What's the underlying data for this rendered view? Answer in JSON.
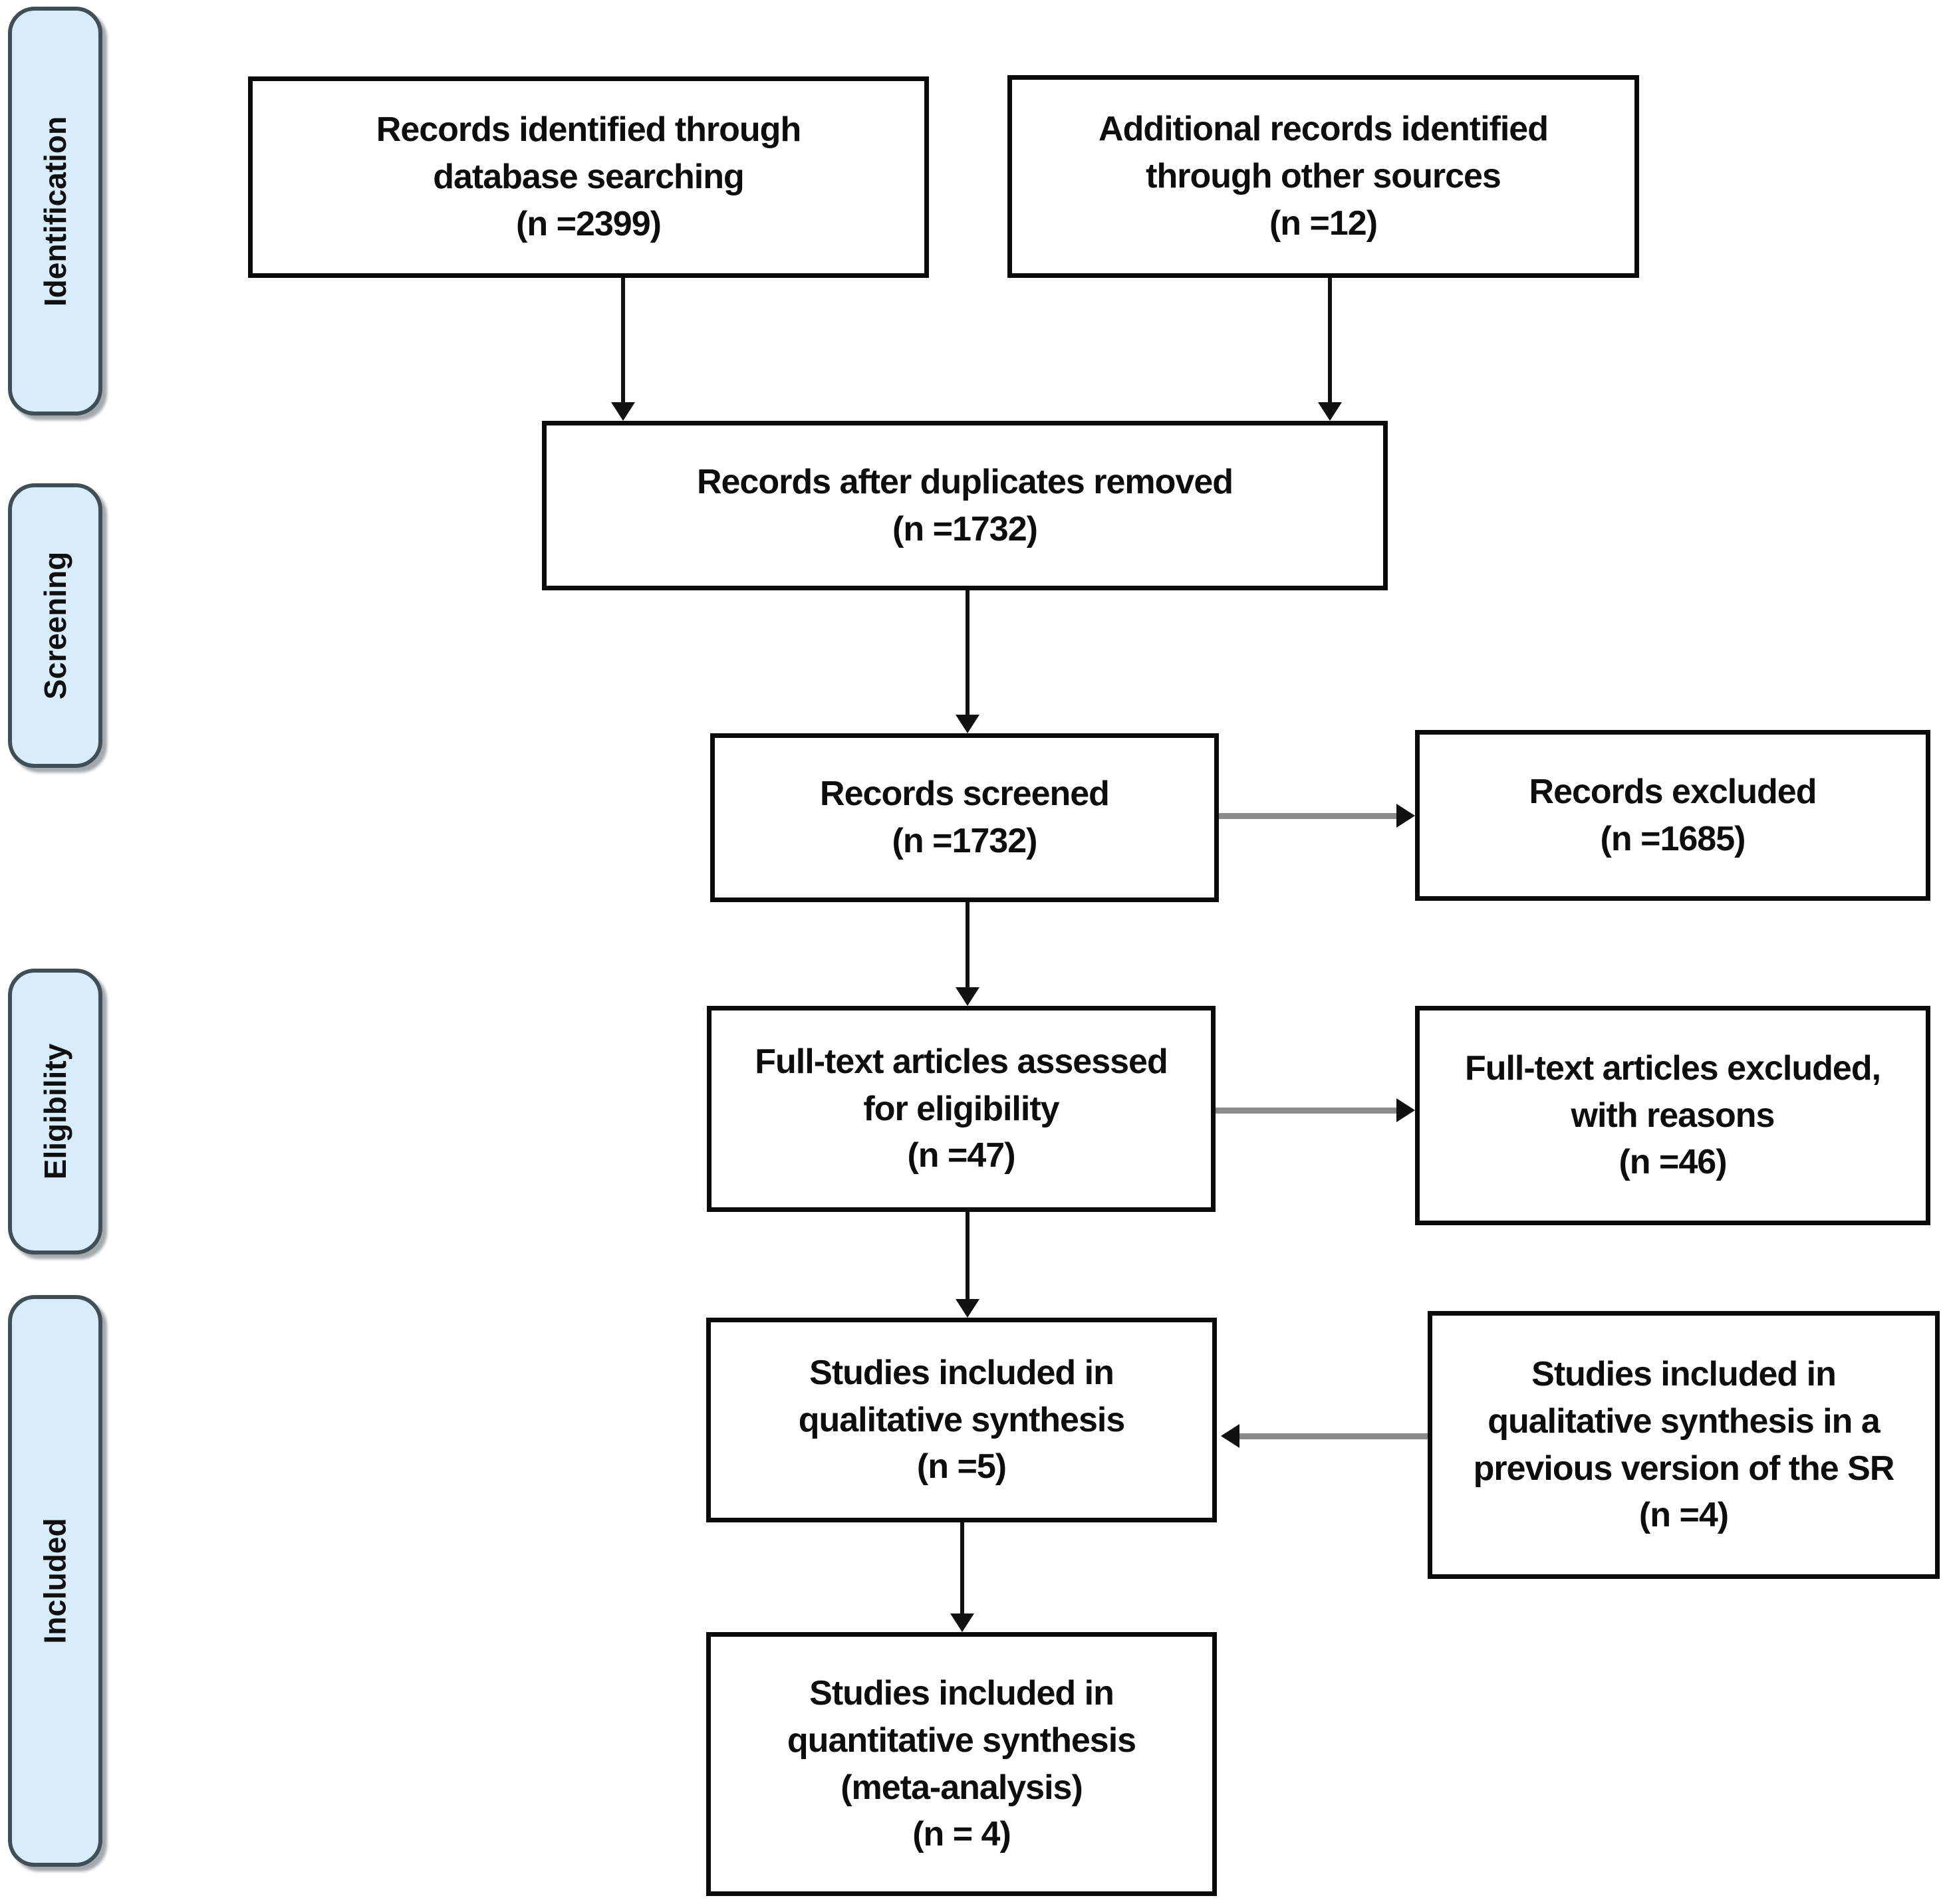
{
  "sidebar": {
    "stages": [
      {
        "label": "Identification"
      },
      {
        "label": "Screening"
      },
      {
        "label": "Eligibility"
      },
      {
        "label": "Included"
      }
    ]
  },
  "boxes": {
    "records_identified": {
      "text": "Records identified through\ndatabase searching\n(n =2399)",
      "n": 2399
    },
    "additional_records": {
      "text": "Additional records identified\nthrough other sources\n(n =12)",
      "n": 12
    },
    "after_duplicates": {
      "text": "Records after duplicates removed\n(n =1732)",
      "n": 1732
    },
    "records_screened": {
      "text": "Records screened\n(n =1732)",
      "n": 1732
    },
    "records_excluded": {
      "text": "Records excluded\n(n =1685)",
      "n": 1685
    },
    "fulltext_assessed": {
      "text": "Full-text articles assessed\nfor eligibility\n(n =47)",
      "n": 47
    },
    "fulltext_excluded": {
      "text": "Full-text articles excluded,\nwith reasons\n(n =46)",
      "n": 46
    },
    "qualitative": {
      "text": "Studies included in\nqualitative synthesis\n(n =5)",
      "n": 5
    },
    "qualitative_previous": {
      "text": "Studies included in\nqualitative synthesis in a\nprevious version of the SR\n(n =4)",
      "n": 4
    },
    "quantitative": {
      "text": "Studies included in\nquantitative synthesis\n(meta-analysis)\n(n = 4)",
      "n": 4
    }
  },
  "colors": {
    "stage_fill": "#d9ecfb",
    "stage_border": "#3f4e57",
    "box_border": "#0a0a0a",
    "arrow_black": "#111111",
    "connector_gray": "#8a8a8a",
    "background": "#ffffff"
  }
}
